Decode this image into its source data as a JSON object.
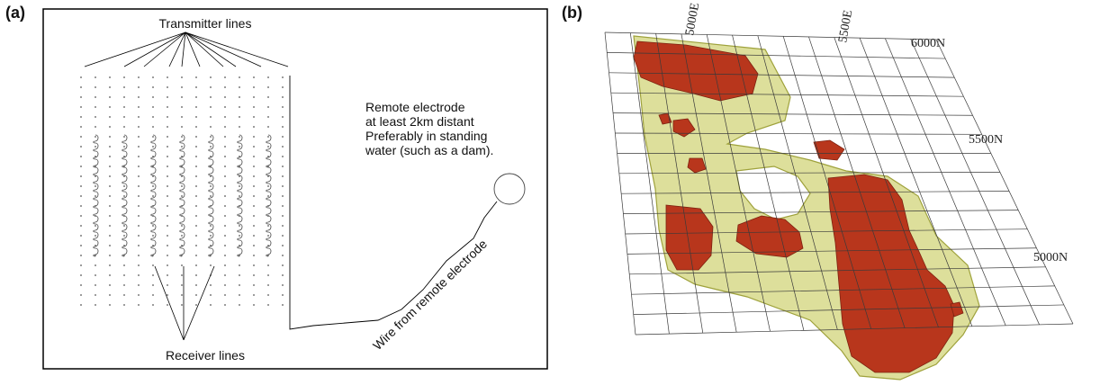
{
  "panel_a": {
    "label": "(a)",
    "transmitter_label": "Transmitter lines",
    "receiver_label": "Receiver lines",
    "remote_lines": [
      "Remote electrode",
      "at least 2km distant",
      "Preferably in standing",
      "water (such as a dam)."
    ],
    "wire_label": "Wire from remote electrode"
  },
  "panel_b": {
    "label": "(b)",
    "east_labels": [
      "5000E",
      "5500E"
    ],
    "north_labels": [
      "6000N",
      "5500N",
      "5000N"
    ],
    "colors": {
      "ore_body": "#b8361c",
      "halo": "#d7d98a",
      "halo_edge": "#9fa23c",
      "grid": "#3a3a3a"
    }
  }
}
